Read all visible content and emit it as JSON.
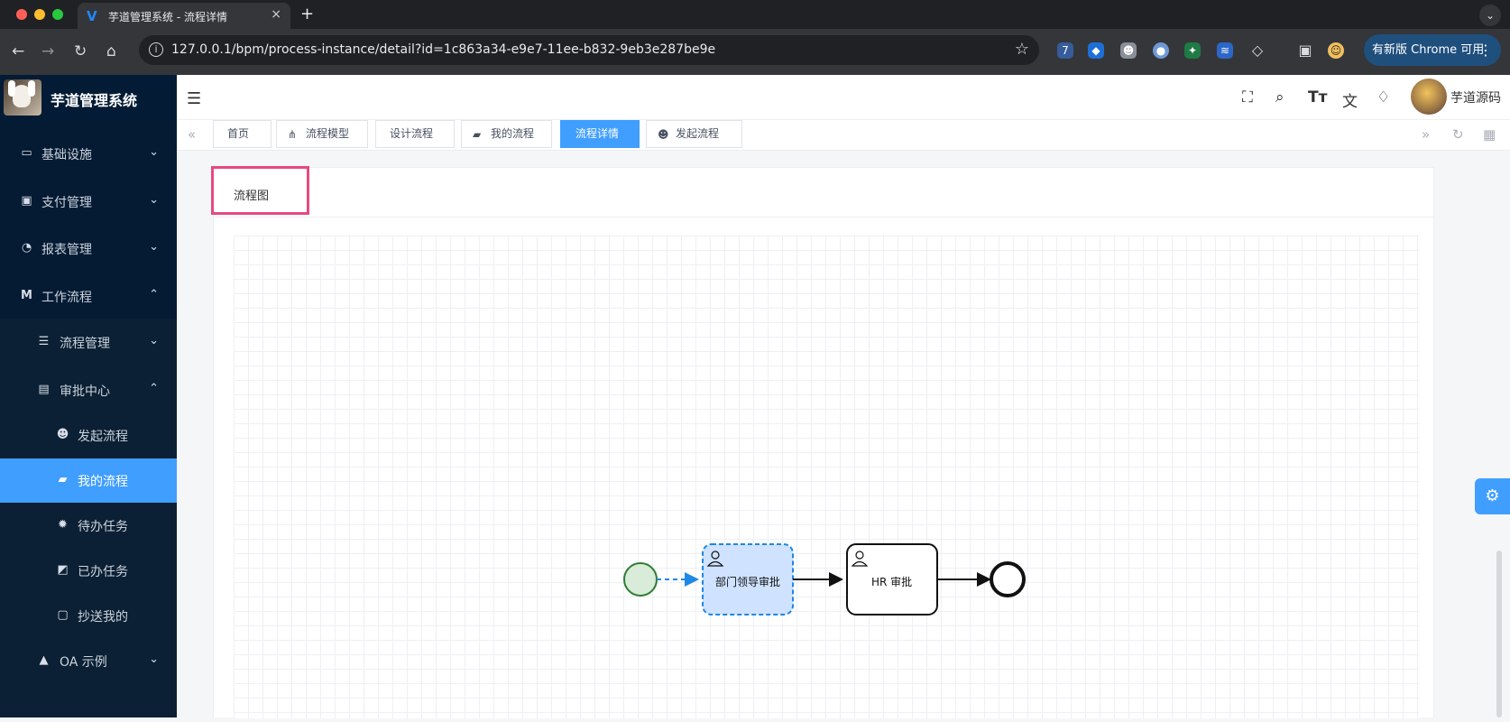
{
  "browser": {
    "tab_title": "芋道管理系统 - 流程详情",
    "url": "127.0.0.1/bpm/process-instance/detail?id=1c863a34-e9e7-11ee-b832-9eb3e287be9e",
    "new_tab_icon": "+",
    "close_icon": "×",
    "update_label": "有新版 Chrome 可用",
    "extension_badge": "7"
  },
  "app": {
    "brand": "芋道管理系统",
    "user_name": "芋道源码"
  },
  "sidebar": {
    "items": [
      {
        "label": "基础设施",
        "icon": "monitor-icon"
      },
      {
        "label": "支付管理",
        "icon": "payment-icon"
      },
      {
        "label": "报表管理",
        "icon": "chart-pie-icon"
      },
      {
        "label": "工作流程",
        "icon": "workflow-logo-icon"
      },
      {
        "label": "流程管理",
        "icon": "list-icon"
      },
      {
        "label": "审批中心",
        "icon": "server-icon"
      },
      {
        "label": "发起流程",
        "icon": "smile-icon"
      },
      {
        "label": "我的流程",
        "icon": "book-icon"
      },
      {
        "label": "待办任务",
        "icon": "gear-icon"
      },
      {
        "label": "已办任务",
        "icon": "checkerboard-icon"
      },
      {
        "label": "抄送我的",
        "icon": "copy-icon"
      },
      {
        "label": "OA 示例",
        "icon": "road-icon"
      }
    ]
  },
  "tags": [
    {
      "label": "首页",
      "icon": ""
    },
    {
      "label": "流程模型",
      "icon": "model-icon"
    },
    {
      "label": "设计流程",
      "icon": ""
    },
    {
      "label": "我的流程",
      "icon": "book-icon"
    },
    {
      "label": "流程详情",
      "icon": ""
    },
    {
      "label": "发起流程",
      "icon": "smile-icon"
    }
  ],
  "card": {
    "title": "流程图"
  },
  "diagram": {
    "nodes": [
      {
        "id": "start",
        "type": "start-event"
      },
      {
        "id": "dept-approval",
        "label": "部门领导审批",
        "type": "user-task",
        "state": "active"
      },
      {
        "id": "hr-approval",
        "label": "HR 审批",
        "type": "user-task",
        "state": "pending"
      },
      {
        "id": "end",
        "type": "end-event"
      }
    ],
    "colors": {
      "active": "#1e88e5",
      "active_fill": "#cfe2ff",
      "start_stroke": "#2e7d32",
      "start_fill": "#d8ecd9"
    }
  }
}
